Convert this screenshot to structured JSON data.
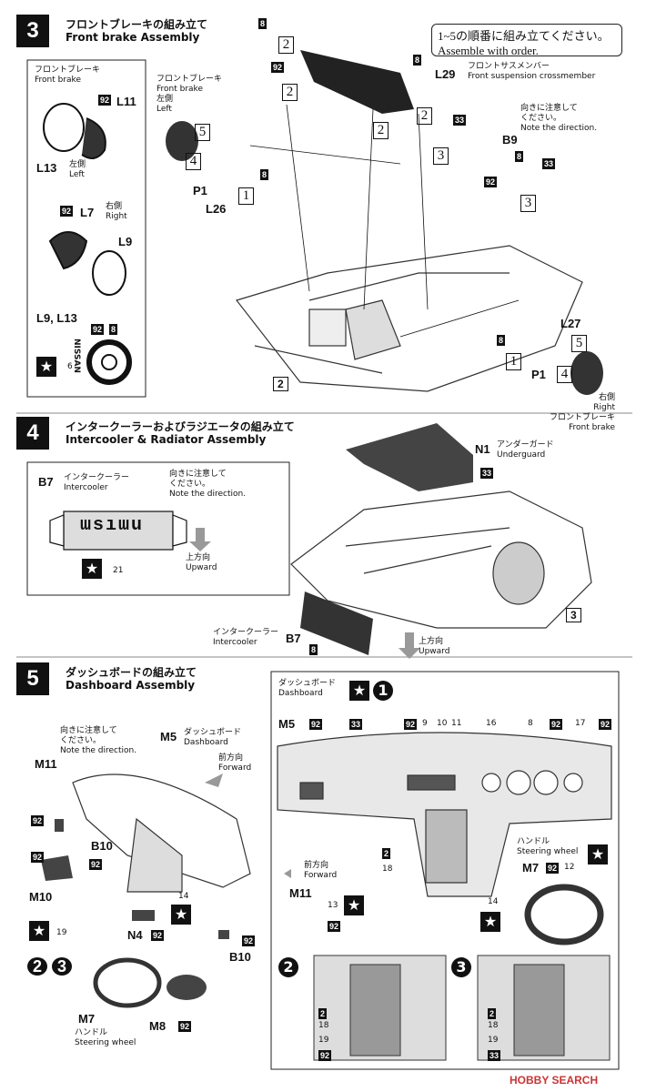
{
  "step3": {
    "num": "3",
    "title_jp": "フロントブレーキの組み立て",
    "title_en": "Front brake Assembly",
    "order_jp": "1~5の順番に組み立てください。",
    "order_en": "Assemble with order.",
    "inset_jp": "フロントブレーキ",
    "inset_en": "Front brake",
    "left_jp": "左側",
    "left_en": "Left",
    "right_jp": "右側",
    "right_en": "Right",
    "crossmember_jp": "フロントサスメンバー",
    "crossmember_en": "Front suspension crossmember",
    "dir_jp": "向きに注意して",
    "dir_jp2": "ください。",
    "dir_en": "Note the direction.",
    "fb_jp": "フロントブレーキ",
    "fb_en": "Front brake",
    "fb_side_jp": "左側",
    "fb_side_en": "Left",
    "fbr_jp": "右側",
    "fbr_en": "Right",
    "fbr2_jp": "フロントブレーキ",
    "fbr2_en": "Front brake",
    "parts": {
      "L11": "L11",
      "L13": "L13",
      "L7": "L7",
      "L9": "L9",
      "L9L13": "L9, L13",
      "L29": "L29",
      "L26": "L26",
      "L27": "L27",
      "B9": "B9",
      "P1": "P1",
      "P1b": "P1"
    },
    "nums": {
      "n92": "92",
      "n8": "8",
      "n6": "6",
      "n33": "33",
      "n2": "2"
    },
    "nissan": "NISSAN"
  },
  "step4": {
    "num": "4",
    "title_jp": "インタークーラーおよびラジエータの組み立て",
    "title_en": "Intercooler & Radiator Assembly",
    "b7": "B7",
    "ic_jp": "インタークーラー",
    "ic_en": "Intercooler",
    "decal": "21",
    "logo": "ɯsıɯu",
    "dir_jp": "向きに注意して",
    "dir_jp2": "ください。",
    "dir_en": "Note the direction.",
    "up_jp": "上方向",
    "up_en": "Upward",
    "n1": "N1",
    "ug_jp": "アンダーガード",
    "ug_en": "Underguard",
    "n33": "33",
    "n3": "3",
    "n8": "8"
  },
  "step5": {
    "num": "5",
    "title_jp": "ダッシュボードの組み立て",
    "title_en": "Dashboard Assembly",
    "dir_jp": "向きに注意して",
    "dir_jp2": "ください。",
    "dir_en": "Note the direction.",
    "m5": "M5",
    "db_jp": "ダッシュボード",
    "db_en": "Dashboard",
    "fw_jp": "前方向",
    "fw_en": "Forward",
    "m11": "M11",
    "m10": "M10",
    "b10": "B10",
    "b10b": "B10",
    "n4": "N4",
    "m7": "M7",
    "m8": "M8",
    "sw_jp": "ハンドル",
    "sw_en": "Steering wheel",
    "d19": "19",
    "d14": "14",
    "n92": "92",
    "rp_db_jp": "ダッシュボード",
    "rp_db_en": "Dashboard",
    "rp_m5": "M5",
    "rp_nums": [
      "92",
      "33",
      "92",
      "9",
      "10",
      "11",
      "16",
      "8",
      "92",
      "17",
      "92"
    ],
    "rp_2": "2",
    "rp_18": "18",
    "rp_fw_jp": "前方向",
    "rp_fw_en": "Forward",
    "rp_m11": "M11",
    "rp_13": "13",
    "rp_92": "92",
    "rp_14": "14",
    "rp_sw_jp": "ハンドル",
    "rp_sw_en": "Steering wheel",
    "rp_m7": "M7",
    "rp_12": "12",
    "v2": [
      "2",
      "18",
      "19",
      "92"
    ],
    "v3": [
      "2",
      "18",
      "19",
      "33"
    ]
  },
  "watermark": "HOBBY SEARCH"
}
